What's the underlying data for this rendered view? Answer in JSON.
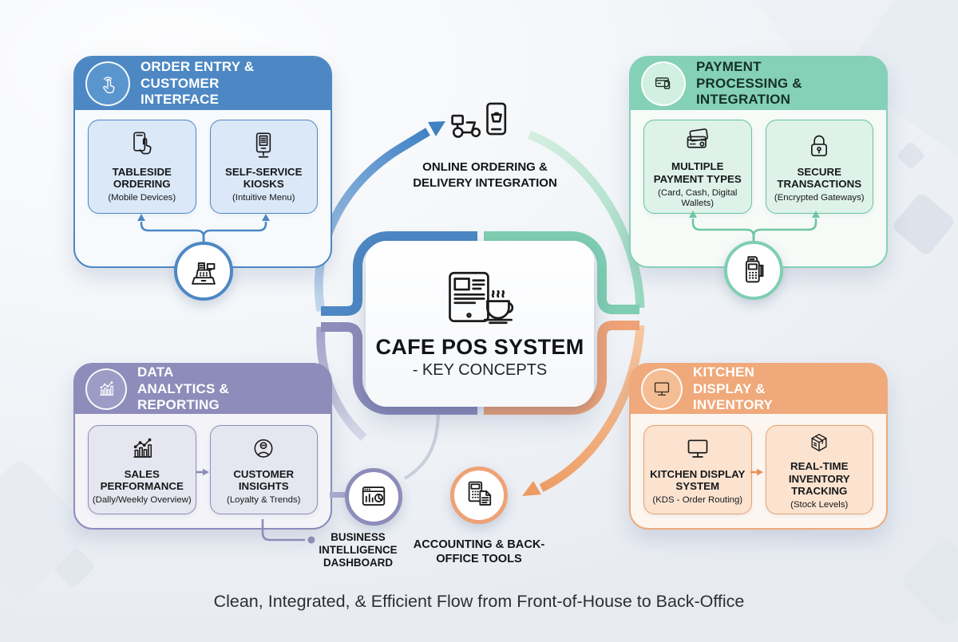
{
  "page": {
    "caption": "Clean, Integrated, & Efficient Flow from Front-of-House to Back-Office"
  },
  "center": {
    "title": "CAFE POS SYSTEM",
    "subtitle": "- KEY CONCEPTS",
    "icon": "tablet-coffee-icon"
  },
  "colors": {
    "blue": "#4d88c4",
    "teal": "#84d1b7",
    "purple": "#8d8cba",
    "orange": "#f0a97a"
  },
  "floating": {
    "online_ordering": {
      "label": "ONLINE ORDERING & DELIVERY INTEGRATION",
      "icon": "delivery-scooter-phone-icon"
    },
    "business_intelligence": {
      "label": "BUSINESS INTELLIGENCE DASHBOARD",
      "icon": "bi-dashboard-icon"
    },
    "accounting": {
      "label": "ACCOUNTING & BACK-OFFICE TOOLS",
      "icon": "calculator-document-icon"
    },
    "cash_register": {
      "icon": "cash-register-icon"
    },
    "payment_terminal": {
      "icon": "card-terminal-icon"
    }
  },
  "quadrants": {
    "order_entry": {
      "title": "ORDER ENTRY & CUSTOMER INTERFACE",
      "icon": "tap-gesture-icon",
      "accent": "#4d88c4",
      "items": [
        {
          "title": "TABLESIDE ORDERING",
          "subtitle": "(Mobile Devices)",
          "icon": "phone-tap-icon"
        },
        {
          "title": "SELF-SERVICE KIOSKS",
          "subtitle": "(Intuitive Menu)",
          "icon": "kiosk-icon"
        }
      ]
    },
    "payment": {
      "title": "PAYMENT PROCESSING & INTEGRATION",
      "icon": "wallet-card-icon",
      "accent": "#84d1b7",
      "items": [
        {
          "title": "MULTIPLE PAYMENT TYPES",
          "subtitle": "(Card, Cash, Digital Wallets)",
          "icon": "credit-cards-icon"
        },
        {
          "title": "SECURE TRANSACTIONS",
          "subtitle": "(Encrypted Gateways)",
          "icon": "padlock-icon"
        }
      ]
    },
    "analytics": {
      "title": "DATA ANALYTICS & REPORTING",
      "icon": "chart-growth-icon",
      "accent": "#8d8cba",
      "items": [
        {
          "title": "SALES PERFORMANCE",
          "subtitle": "(Dally/Weekly Overview)",
          "icon": "bar-chart-icon"
        },
        {
          "title": "CUSTOMER INSIGHTS",
          "subtitle": "(Loyalty & Trends)",
          "icon": "customer-icon"
        }
      ]
    },
    "kitchen": {
      "title": "KITCHEN DISPLAY & INVENTORY",
      "icon": "monitor-icon",
      "accent": "#f0a97a",
      "items": [
        {
          "title": "KITCHEN DISPLAY SYSTEM",
          "subtitle": "(KDS - Order Routing)",
          "icon": "kds-monitor-icon"
        },
        {
          "title": "REAL-TIME INVENTORY TRACKING",
          "subtitle": "(Stock Levels)",
          "icon": "package-box-icon"
        }
      ]
    }
  }
}
